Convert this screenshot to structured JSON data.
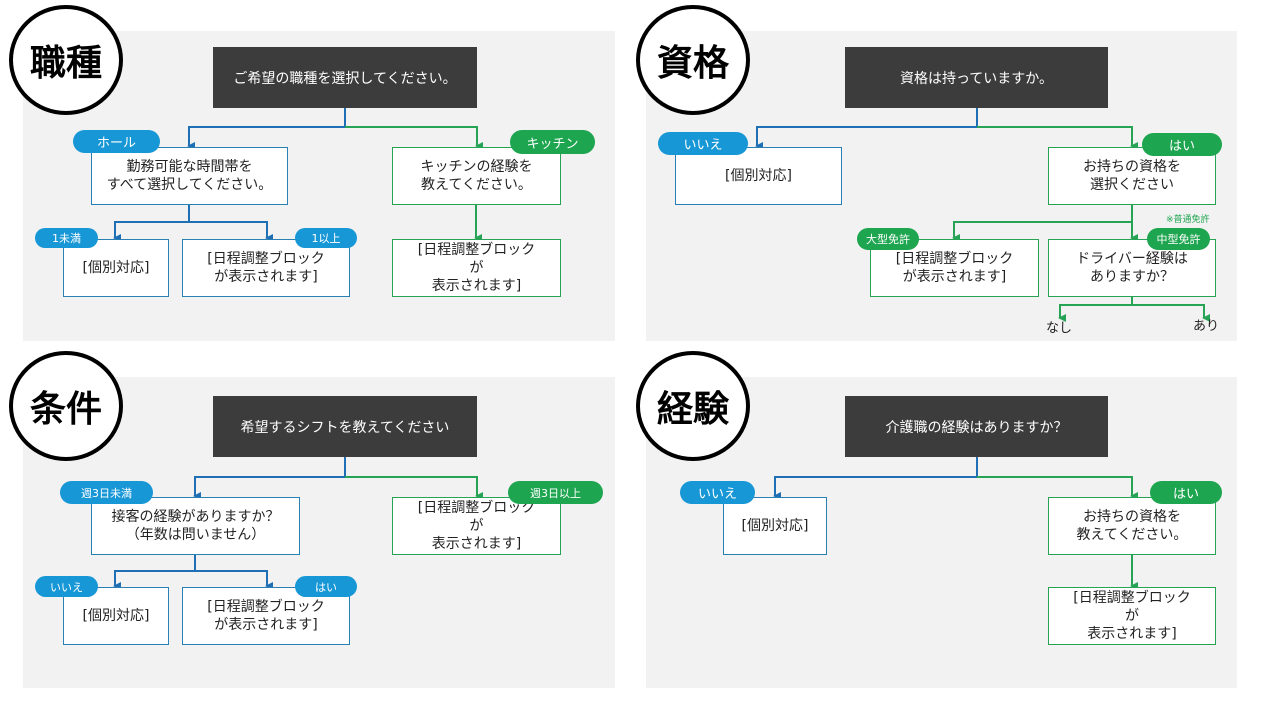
{
  "colors": {
    "blue_line": "#1f6fb5",
    "green_line": "#27a356",
    "blue_badge": "#1897d6",
    "green_badge": "#1ea550",
    "question_bg": "#3c3c3c",
    "panel_bg": "#f2f2f2"
  },
  "panels": {
    "job": {
      "title": "職種",
      "question": "ご希望の職種を選択してください。",
      "hall_badge": "ホール",
      "hall_box": "勤務可能な時間帯を\nすべて選択してください。",
      "kitchen_badge": "キッチン",
      "kitchen_box": "キッチンの経験を\n教えてください。",
      "less_badge": "1未満",
      "less_box": "[個別対応]",
      "more_badge": "1以上",
      "more_box": "[日程調整ブロック\nが表示されます]",
      "kitchen_result": "[日程調整ブロック\nが\n表示されます]"
    },
    "license": {
      "title": "資格",
      "question": "資格は持っていますか。",
      "no_badge": "いいえ",
      "no_box": "[個別対応]",
      "yes_badge": "はい",
      "yes_box": "お持ちの資格を\n選択ください",
      "note": "※普通免許",
      "large_badge": "大型免許",
      "large_box": "[日程調整ブロック\nが表示されます]",
      "medium_badge": "中型免許",
      "medium_box": "ドライバー経験は\nありますか？",
      "none_label": "なし",
      "has_label": "あり"
    },
    "condition": {
      "title": "条件",
      "question": "希望するシフトを教えてください",
      "under_badge": "週3日未満",
      "under_box": "接客の経験がありますか？\n（年数は問いません）",
      "over_badge": "週3日以上",
      "over_box": "[日程調整ブロック\nが\n表示されます]",
      "no_badge": "いいえ",
      "no_box": "[個別対応]",
      "yes_badge": "はい",
      "yes_box": "[日程調整ブロック\nが表示されます]"
    },
    "experience": {
      "title": "経験",
      "question": "介護職の経験はありますか？",
      "no_badge": "いいえ",
      "no_box": "[個別対応]",
      "yes_badge": "はい",
      "yes_box": "お持ちの資格を\n教えてください。",
      "yes_result": "[日程調整ブロック\nが\n表示されます]"
    }
  }
}
